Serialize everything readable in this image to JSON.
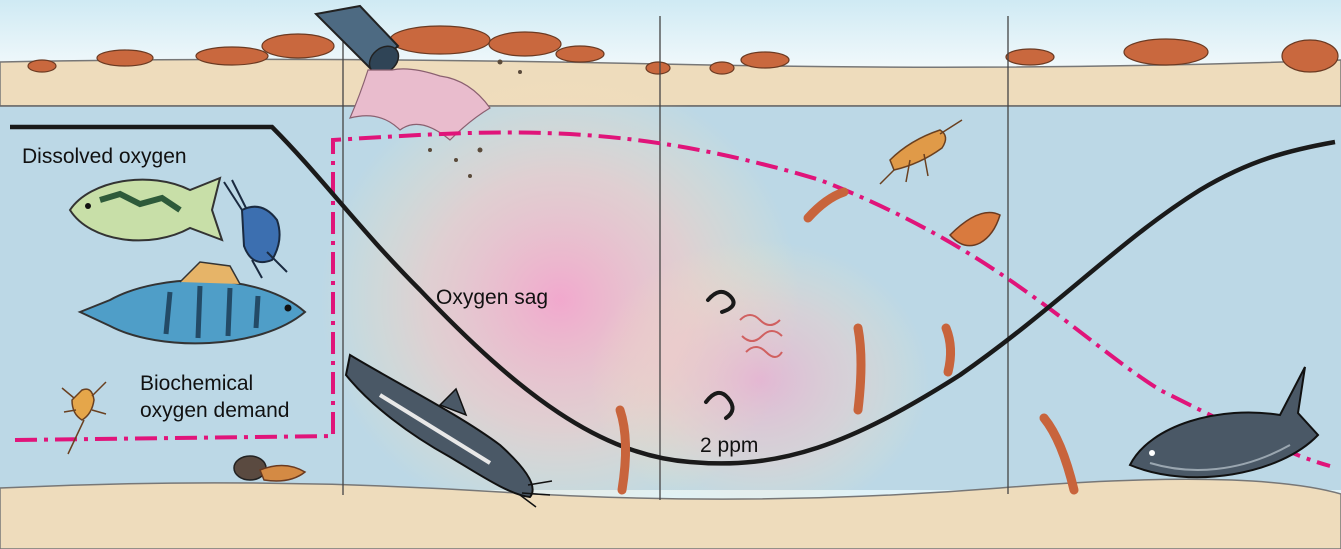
{
  "labels": {
    "dissolved_oxygen": "Dissolved oxygen",
    "oxygen_sag": "Oxygen sag",
    "bod_line1": "Biochemical",
    "bod_line2": "oxygen demand",
    "min_do": "2 ppm"
  },
  "colors": {
    "water": "#bcd8e6",
    "sand": "#eedcbc",
    "rock": "#c9683e",
    "do_curve": "#1a1a1a",
    "bod_curve": "#e0147a",
    "polluted_glow": "#f3a0c8",
    "fish_blue": "#3e8fb8",
    "fish_dark": "#3a4a58",
    "worm": "#c8643c"
  },
  "icons": [
    "sewage-pipe-icon",
    "bass-fish-icon",
    "perch-fish-icon",
    "crayfish-icon",
    "stonefly-larva-icon",
    "catfish-icon",
    "carp-fish-icon",
    "worm-icon",
    "sludge-worm-icon",
    "bloodworm-icon",
    "snail-icon"
  ]
}
